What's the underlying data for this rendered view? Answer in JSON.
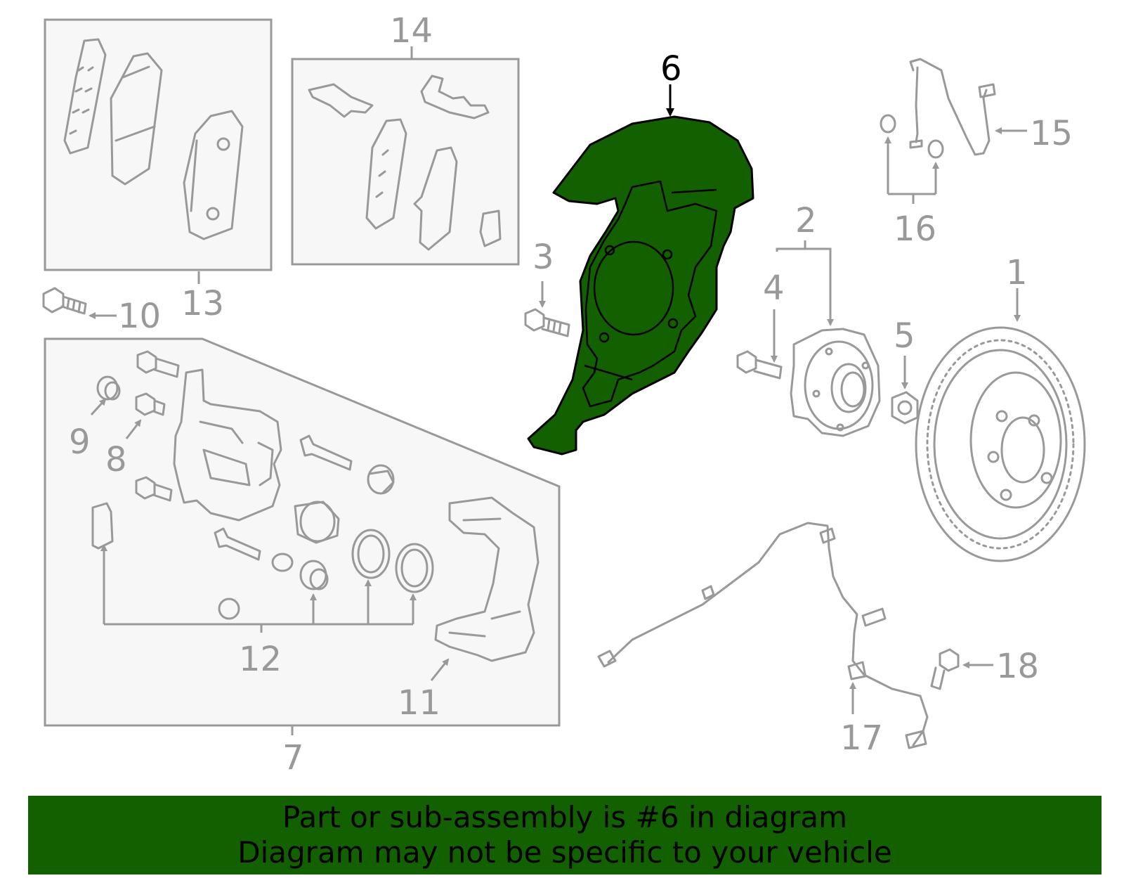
{
  "diagram": {
    "highlighted_part": "6",
    "colors": {
      "highlight_fill": "#136000",
      "line_gray": "#999999",
      "box_fill": "#f7f7f7",
      "banner_bg": "#136000",
      "banner_text": "#000000"
    },
    "callouts": [
      "1",
      "2",
      "3",
      "4",
      "5",
      "6",
      "7",
      "8",
      "9",
      "10",
      "11",
      "12",
      "13",
      "14",
      "15",
      "16",
      "17",
      "18"
    ]
  },
  "banner": {
    "line1": "Part or sub-assembly is #6 in diagram",
    "line2": "Diagram may not be specific to your vehicle"
  }
}
